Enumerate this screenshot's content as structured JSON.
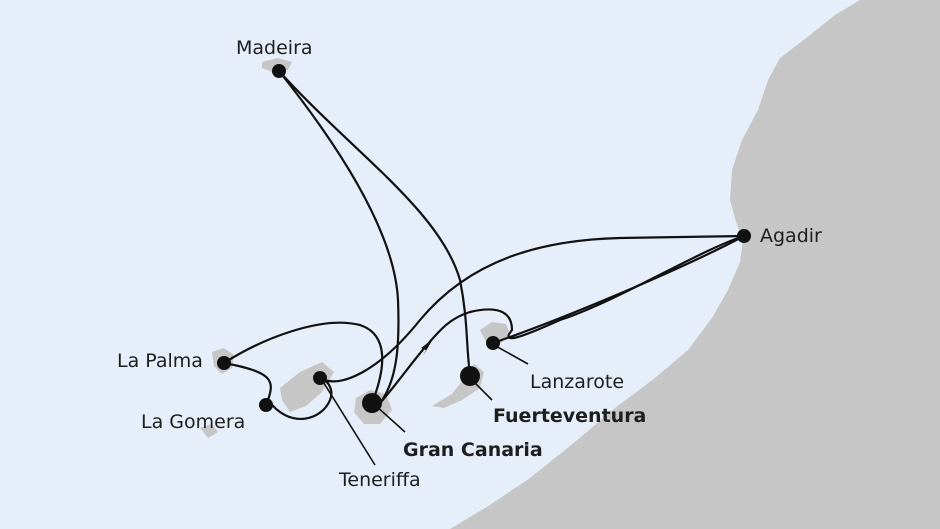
{
  "colors": {
    "sea": "#e6eef9",
    "land": "#c6c6c6",
    "route": "#111111",
    "port": "#111111"
  },
  "ports": [
    {
      "id": "madeira",
      "name": "Madeira",
      "emphasis": false
    },
    {
      "id": "agadir",
      "name": "Agadir",
      "emphasis": false
    },
    {
      "id": "la-palma",
      "name": "La Palma",
      "emphasis": false
    },
    {
      "id": "la-gomera",
      "name": "La Gomera",
      "emphasis": false
    },
    {
      "id": "lanzarote",
      "name": "Lanzarote",
      "emphasis": false
    },
    {
      "id": "fuerteventura",
      "name": "Fuerteventura",
      "emphasis": true
    },
    {
      "id": "gran-canaria",
      "name": "Gran Canaria",
      "emphasis": true
    },
    {
      "id": "teneriffa",
      "name": "Teneriffa",
      "emphasis": false
    }
  ],
  "route": {
    "direction_marker": "arrow-icon"
  }
}
